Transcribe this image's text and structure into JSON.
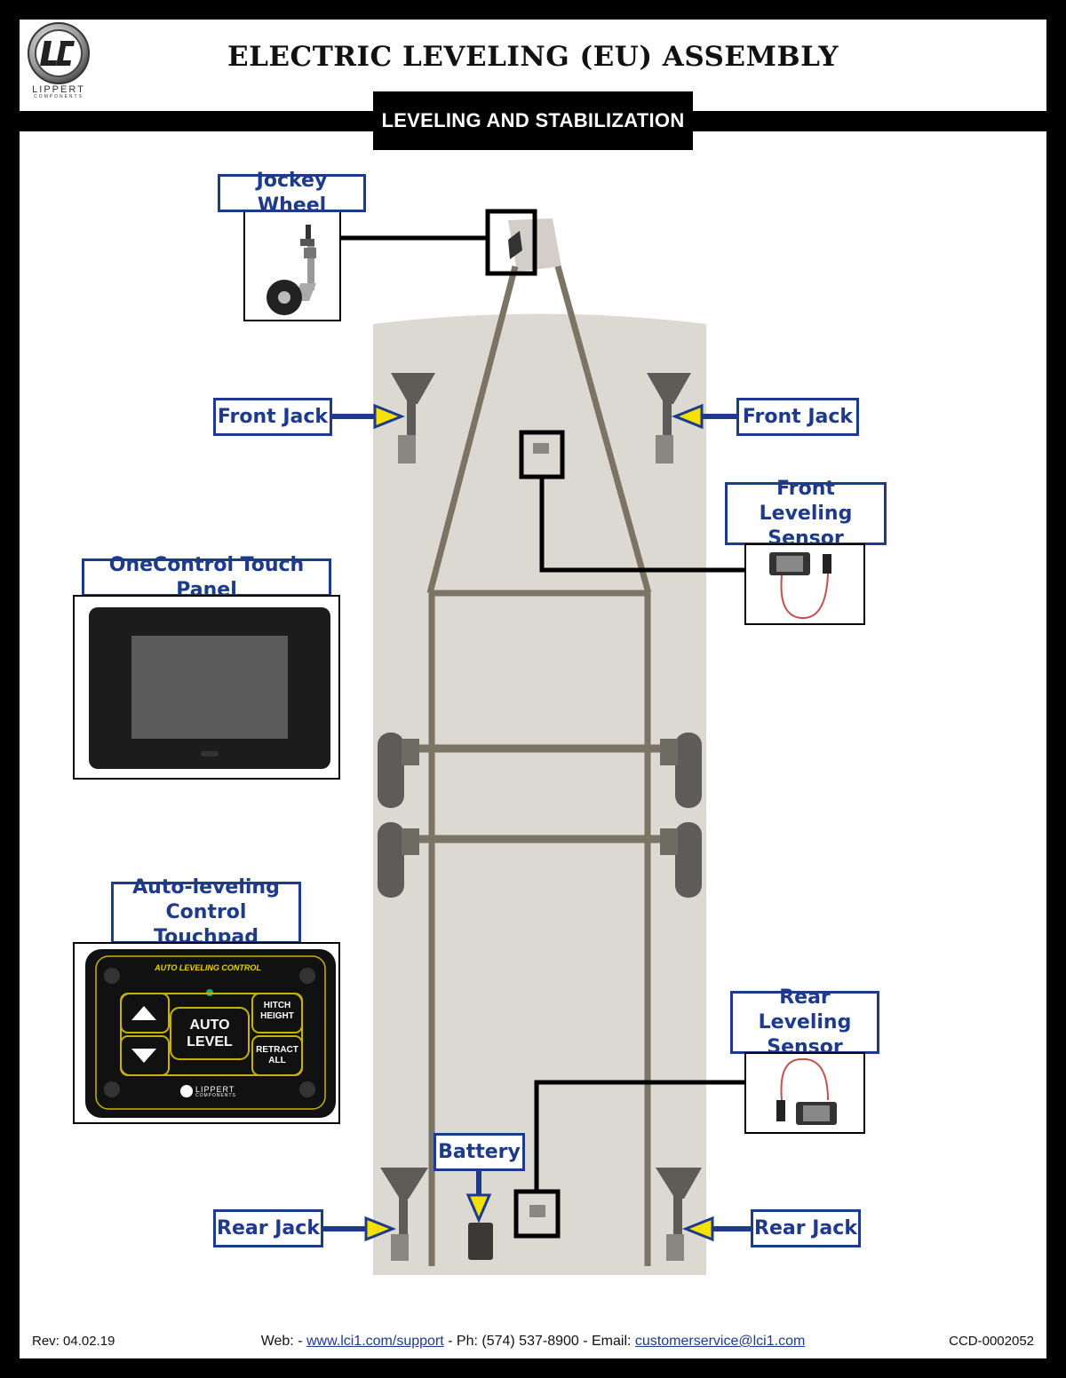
{
  "header": {
    "title": "ELECTRIC LEVELING (EU) ASSEMBLY",
    "subtitle": "LEVELING AND STABILIZATION",
    "logo_brand": "LIPPERT",
    "logo_sub": "COMPONENTS"
  },
  "labels": {
    "jockey_wheel": "Jockey Wheel",
    "front_jack_left": "Front Jack",
    "front_jack_right": "Front Jack",
    "front_sensor_line1": "Front Leveling",
    "front_sensor_line2": "Sensor",
    "touch_panel": "OneControl Touch Panel",
    "touchpad_line1": "Auto-leveling",
    "touchpad_line2": "Control Touchpad",
    "rear_sensor_line1": "Rear Leveling",
    "rear_sensor_line2": "Sensor",
    "battery": "Battery",
    "rear_jack_left": "Rear Jack",
    "rear_jack_right": "Rear Jack"
  },
  "touchpad": {
    "header": "AUTO LEVELING CONTROL",
    "auto_line1": "AUTO",
    "auto_line2": "LEVEL",
    "hitch_line1": "HITCH",
    "hitch_line2": "HEIGHT",
    "retract_line1": "RETRACT",
    "retract_line2": "ALL",
    "brand": "LIPPERT",
    "brand_sub": "COMPONENTS"
  },
  "footer": {
    "rev": "Rev: 04.02.19",
    "web_prefix": "Web: - ",
    "web_link": "www.lci1.com/support",
    "phone": " - Ph: (574) 537-8900 - Email: ",
    "email": "customerservice@lci1.com",
    "doc_id": "CCD-0002052"
  },
  "colors": {
    "label_blue": "#1e3a8a",
    "arrow_yellow": "#f5e000",
    "frame": "#7a7464",
    "trailer_bg": "#dcd9d3"
  }
}
